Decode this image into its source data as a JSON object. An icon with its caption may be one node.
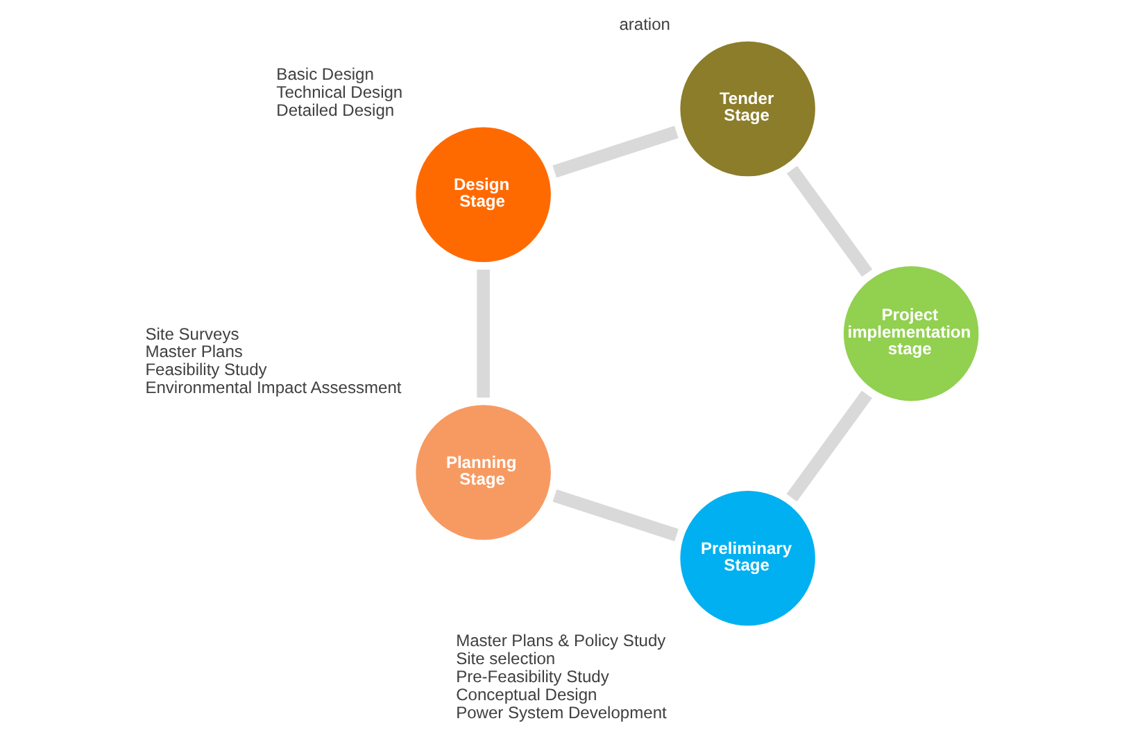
{
  "diagram": {
    "nodes": [
      {
        "text": [
          "Preliminary Stage"
        ],
        "beside": [
          "Master Plans & Policy Study",
          "Site selection",
          "Pre-Feasibility Study",
          "Conceptual Design",
          "Power System Development"
        ]
      },
      {
        "text": [
          "Project implementation stage"
        ]
      },
      {
        "text": [
          "Planning Stage"
        ],
        "beside": [
          "Site Surveys",
          "Master Plans",
          "Feasibility Study",
          "Environmental Impact Assessment"
        ]
      },
      {
        "text": [
          "Tender Stage"
        ],
        "beside": [
          "aration"
        ]
      },
      {
        "text": [
          "Design Stage"
        ],
        "beside": [
          "Basic Design",
          "Technical Design",
          "Detailed Design"
        ]
      }
    ],
    "edges": [
      {
        "from": 0,
        "to": 2,
        "arrow": "none"
      },
      {
        "from": 2,
        "to": 4,
        "arrow": "none"
      },
      {
        "from": 4,
        "to": 3,
        "arrow": "none"
      },
      {
        "from": 3,
        "to": 1,
        "arrow": "none"
      },
      {
        "from": 1,
        "to": 0,
        "arrow": "none"
      }
    ]
  }
}
